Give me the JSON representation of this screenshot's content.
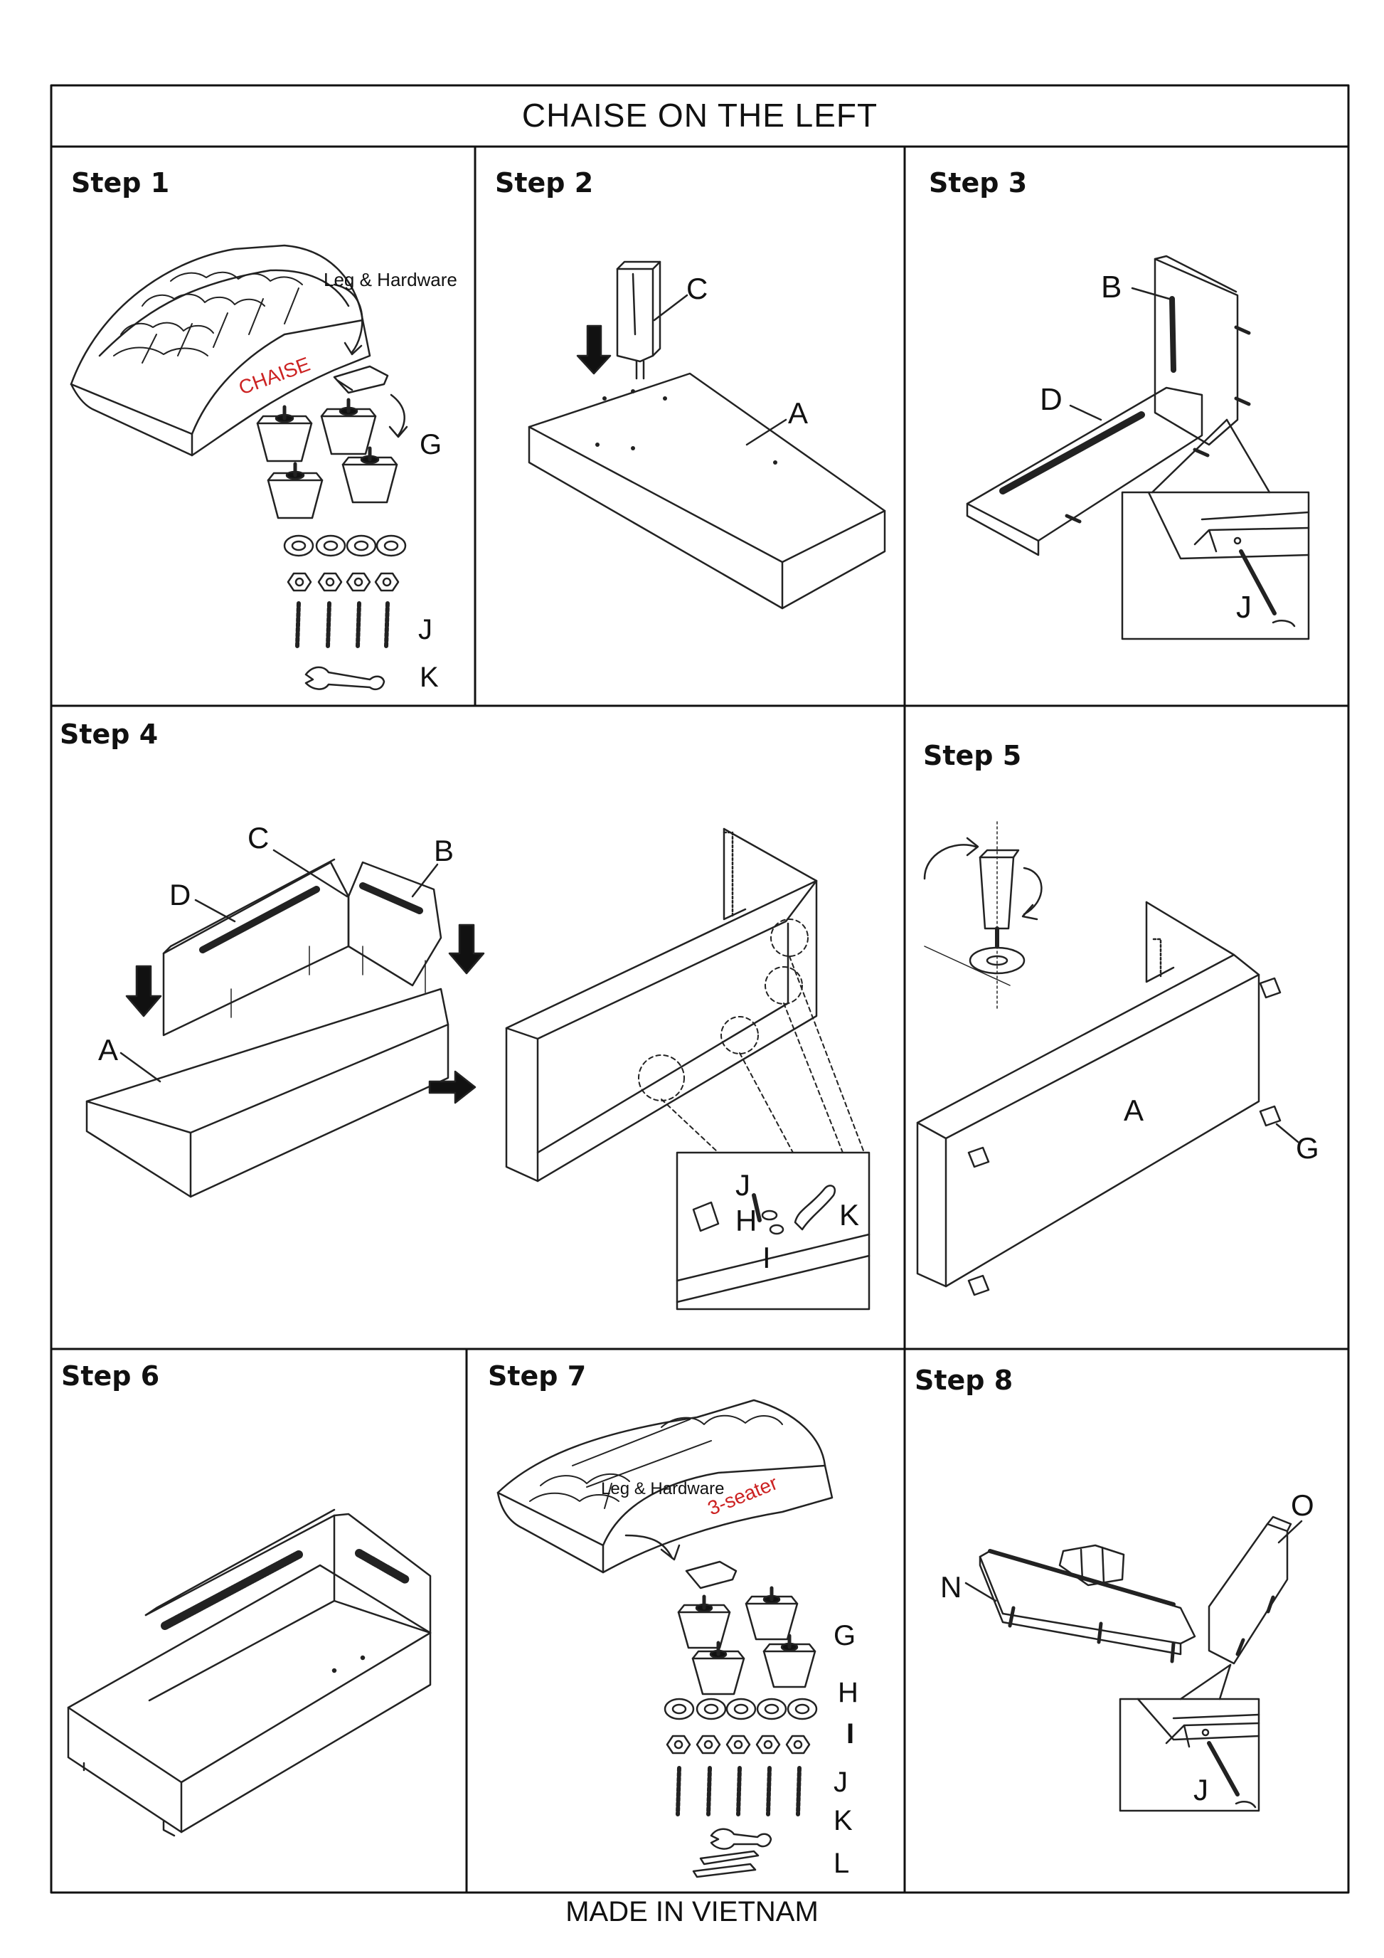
{
  "title": "CHAISE ON THE LEFT",
  "footer": "MADE IN VIETNAM",
  "steps": {
    "s1": "Step 1",
    "s2": "Step 2",
    "s3": "Step 3",
    "s4": "Step 4",
    "s5": "Step 5",
    "s6": "Step 6",
    "s7": "Step 7",
    "s8": "Step 8"
  },
  "box_labels": {
    "chaise": "CHAISE",
    "three_seater": "3-seater",
    "leg_hardware": "Leg & Hardware"
  },
  "parts": {
    "A": "A",
    "B": "B",
    "C": "C",
    "D": "D",
    "G": "G",
    "H": "H",
    "I": "I",
    "J": "J",
    "K": "K",
    "L": "L",
    "N": "N",
    "O": "O"
  },
  "colors": {
    "line": "#222222",
    "accent_red": "#cc2222",
    "border": "#111111"
  }
}
